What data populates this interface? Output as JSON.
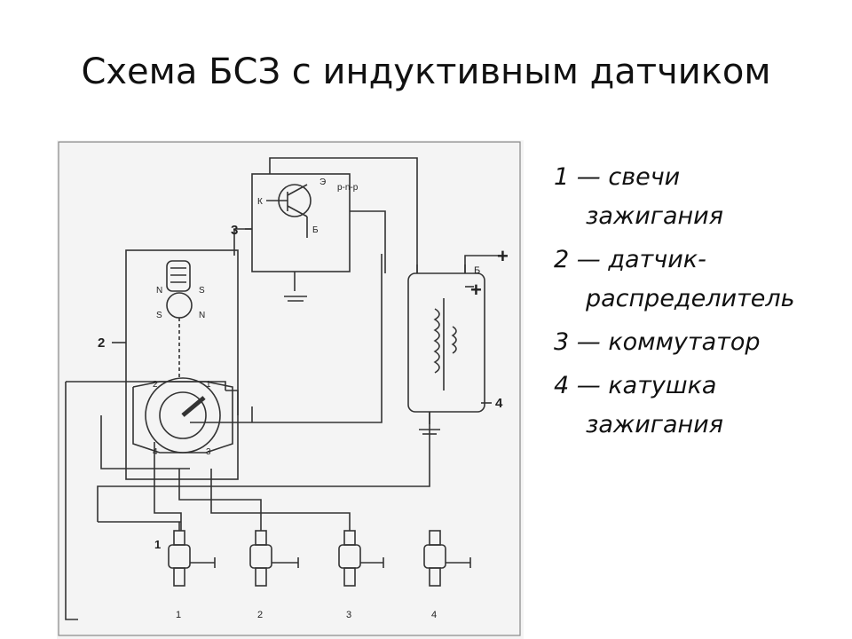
{
  "title": "Схема БСЗ с индуктивным датчиком",
  "legend": [
    {
      "first": "1 — свечи",
      "rest": "зажигания"
    },
    {
      "first": "2 — датчик-",
      "rest": "распределитель"
    },
    {
      "first": "3 — коммутатор",
      "rest": ""
    },
    {
      "first": "4 — катушка",
      "rest": "зажигания"
    }
  ],
  "diagram": {
    "component_labels": {
      "distributor": "2",
      "commutator": "3",
      "coil": "4"
    },
    "transistor_labels": {
      "k": "К",
      "e": "Э",
      "b": "Б",
      "type": "p-n-p"
    },
    "coil_terminal": "Б",
    "plus": "+",
    "sensor_poles": {
      "n1": "N",
      "s1": "S",
      "s2": "S",
      "n2": "N"
    },
    "distributor_terminals": [
      "2",
      "1",
      "4",
      "3"
    ],
    "plug_labels": [
      "1",
      "1",
      "2",
      "3",
      "4"
    ]
  }
}
